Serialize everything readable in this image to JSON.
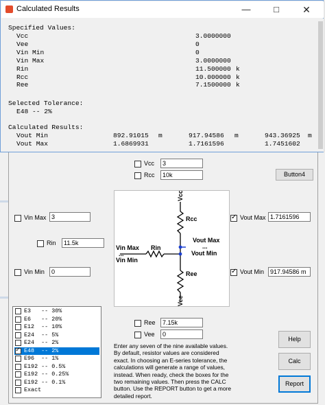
{
  "dialog": {
    "title": "Calculated Results",
    "report": {
      "specified_header": "Specified Values:",
      "specified": [
        {
          "name": "Vcc",
          "value": "3.0000000",
          "unit": ""
        },
        {
          "name": "Vee",
          "value": "0",
          "unit": ""
        },
        {
          "name": "Vin Min",
          "value": "0",
          "unit": ""
        },
        {
          "name": "Vin Max",
          "value": "3.0000000",
          "unit": ""
        },
        {
          "name": "Rin",
          "value": "11.500000",
          "unit": "k"
        },
        {
          "name": "Rcc",
          "value": "10.000000",
          "unit": "k"
        },
        {
          "name": "Ree",
          "value": "7.1500000",
          "unit": "k"
        }
      ],
      "tolerance_header": "Selected Tolerance:",
      "tolerance_value": "E48 -- 2%",
      "results_header": "Calculated Results:",
      "results": [
        {
          "name": "Vout Min",
          "v1": "892.91015",
          "u1": "m",
          "v2": "917.94586",
          "u2": "m",
          "v3": "943.36925",
          "u3": "m"
        },
        {
          "name": "Vout Max",
          "v1": "1.6869931",
          "u1": "",
          "v2": "1.7161596",
          "u2": "",
          "v3": "1.7451602",
          "u3": ""
        }
      ]
    }
  },
  "form": {
    "vcc": {
      "label": "Vcc",
      "value": "3",
      "checked": false
    },
    "rcc": {
      "label": "Rcc",
      "value": "10k",
      "checked": false
    },
    "vin_max": {
      "label": "Vin Max",
      "value": "3",
      "checked": false
    },
    "rin": {
      "label": "Rin",
      "value": "11.5k",
      "checked": false
    },
    "vin_min": {
      "label": "Vin Min",
      "value": "0",
      "checked": false
    },
    "vout_max": {
      "label": "Vout Max",
      "value": "1.7161596",
      "checked": true
    },
    "vout_min": {
      "label": "Vout Min",
      "value": "917.94586 m",
      "checked": true
    },
    "ree": {
      "label": "Ree",
      "value": "7.15k",
      "checked": false
    },
    "vee": {
      "label": "Vee",
      "value": "0",
      "checked": false
    },
    "buttons": {
      "button4": "Button4",
      "help": "Help",
      "calc": "Calc",
      "report": "Report"
    },
    "help_text": "Enter any seven of the nine available values. By default, resistor values are considered exact. In choosing an E-series tolerance, the calculations will generate a range of values, instead. When ready, check the boxes for the two remaining values. Then press the CALC button. Use the REPORT button to get a more detailed report.",
    "tolerances": [
      {
        "label": "E3   -- 30%",
        "checked": false,
        "selected": false
      },
      {
        "label": "E6   -- 20%",
        "checked": false,
        "selected": false
      },
      {
        "label": "E12  -- 10%",
        "checked": false,
        "selected": false
      },
      {
        "label": "E24  -- 5%",
        "checked": false,
        "selected": false
      },
      {
        "label": "E24  -- 2%",
        "checked": false,
        "selected": false
      },
      {
        "label": "E48  -- 2%",
        "checked": true,
        "selected": true
      },
      {
        "label": "E96  -- 1%",
        "checked": false,
        "selected": false
      },
      {
        "label": "E192 -- 0.5%",
        "checked": false,
        "selected": false
      },
      {
        "label": "E192 -- 0.25%",
        "checked": false,
        "selected": false
      },
      {
        "label": "E192 -- 0.1%",
        "checked": false,
        "selected": false
      },
      {
        "label": "Exact",
        "checked": false,
        "selected": false
      }
    ]
  },
  "circuit": {
    "vcc": "Vcc",
    "vee": "Vee",
    "rcc": "Rcc",
    "ree": "Ree",
    "rin": "Rin",
    "vin_max": "Vin Max",
    "vin_min": "Vin Min",
    "vout_max": "Vout Max",
    "vout_min": "Vout Min",
    "dots": "..."
  }
}
